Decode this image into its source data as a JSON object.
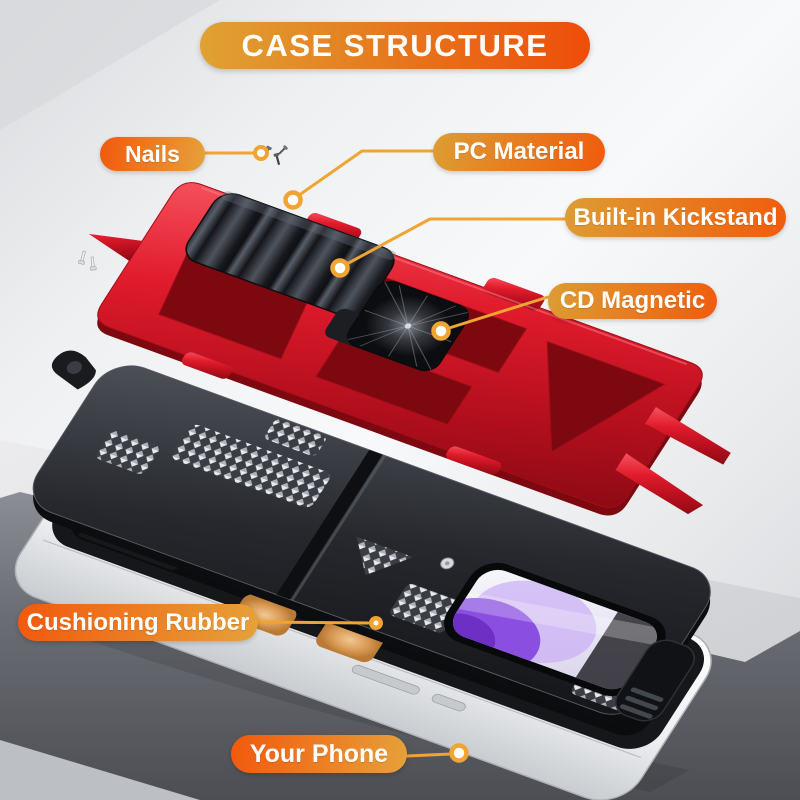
{
  "title": {
    "text": "CASE STRUCTURE"
  },
  "callouts": [
    {
      "id": "nails",
      "text": "Nails"
    },
    {
      "id": "pc-material",
      "text": "PC Material"
    },
    {
      "id": "built-in-kickstand",
      "text": "Built-in Kickstand"
    },
    {
      "id": "cd-magnetic",
      "text": "CD Magnetic"
    },
    {
      "id": "cushioning-rubber",
      "text": "Cushioning Rubber"
    },
    {
      "id": "your-phone",
      "text": "Your Phone"
    }
  ],
  "colors": {
    "banner_gradient_start": "#dfa233",
    "banner_gradient_end": "#ee4d09",
    "pill_gold": "#dd9d33",
    "pill_orange": "#f15308",
    "connector_line": "#f0a431",
    "frame_red": "#d61b2c",
    "case_black": "#26282d",
    "kickstand_gray": "#4e545e",
    "phone_white": "#f2f3f5",
    "wallpaper_purple": "#8a4fe0",
    "sponge_tan": "#d99b55",
    "pedestal_gray": "#6b6d74"
  }
}
